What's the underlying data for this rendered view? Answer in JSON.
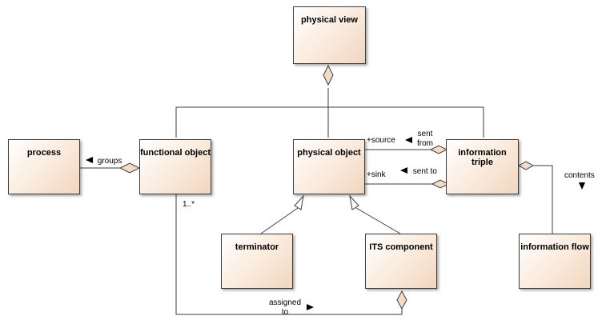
{
  "classes": {
    "physical_view": "physical view",
    "process": "process",
    "functional_object": "functional object",
    "physical_object": "physical object",
    "information_triple": "information triple",
    "terminator": "terminator",
    "its_component": "ITS component",
    "information_flow": "information flow"
  },
  "labels": {
    "groups": "groups",
    "multiplicity": "1..*",
    "source_role": "+source",
    "sent_from_1": "sent",
    "sent_from_2": "from",
    "sink_role": "+sink",
    "sent_to": "sent to",
    "contents": "contents",
    "assigned_1": "assigned",
    "assigned_2": "to"
  },
  "colors": {
    "line": "#3c3c3c",
    "box_fill_light": "#fbeee2",
    "box_fill_dark": "#f1d6bf"
  }
}
